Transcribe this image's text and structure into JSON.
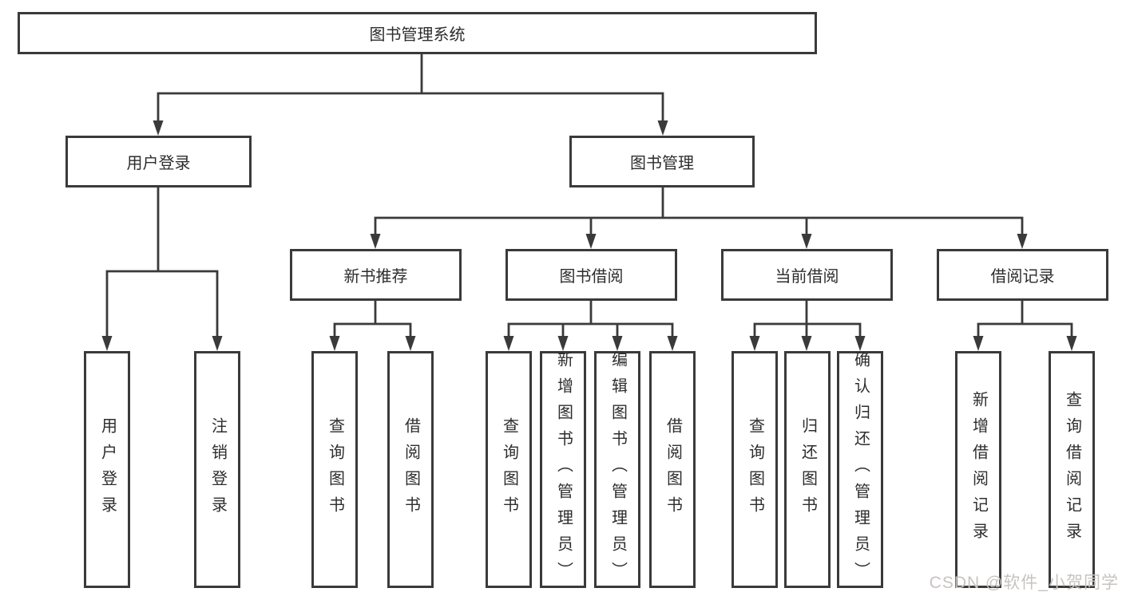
{
  "colors": {
    "background": "#ffffff",
    "box_border": "#3a3a3a",
    "line": "#3a3a3a",
    "text": "#2d2d2d",
    "watermark": "#c7c3c1"
  },
  "nodes": {
    "root": {
      "label": "图书管理系统"
    },
    "login": {
      "label": "用户登录"
    },
    "mgmt": {
      "label": "图书管理"
    },
    "rec": {
      "label": "新书推荐"
    },
    "borrow": {
      "label": "图书借阅"
    },
    "current": {
      "label": "当前借阅"
    },
    "records": {
      "label": "借阅记录"
    },
    "login_user": {
      "label": "用户登录"
    },
    "login_logout": {
      "label": "注销登录"
    },
    "rec_query": {
      "label": "查询图书"
    },
    "rec_borrow": {
      "label": "借阅图书"
    },
    "borrow_query": {
      "label": "查询图书"
    },
    "borrow_add": {
      "label": "新增图书（管理员）"
    },
    "borrow_edit": {
      "label": "编辑图书（管理员）"
    },
    "borrow_leaf": {
      "label": "借阅图书"
    },
    "current_query": {
      "label": "查询图书"
    },
    "current_return": {
      "label": "归还图书"
    },
    "current_confirm": {
      "label": "确认归还（管理员）"
    },
    "records_add": {
      "label": "新增借阅记录"
    },
    "records_query": {
      "label": "查询借阅记录"
    }
  },
  "tree": {
    "root": "图书管理系统",
    "children": [
      {
        "label": "用户登录",
        "children": [
          "用户登录",
          "注销登录"
        ]
      },
      {
        "label": "图书管理",
        "children": [
          {
            "label": "新书推荐",
            "children": [
              "查询图书",
              "借阅图书"
            ]
          },
          {
            "label": "图书借阅",
            "children": [
              "查询图书",
              "新增图书（管理员）",
              "编辑图书（管理员）",
              "借阅图书"
            ]
          },
          {
            "label": "当前借阅",
            "children": [
              "查询图书",
              "归还图书",
              "确认归还（管理员）"
            ]
          },
          {
            "label": "借阅记录",
            "children": [
              "新增借阅记录",
              "查询借阅记录"
            ]
          }
        ]
      }
    ]
  },
  "watermark": {
    "text": "CSDN @软件_小贺同学"
  }
}
